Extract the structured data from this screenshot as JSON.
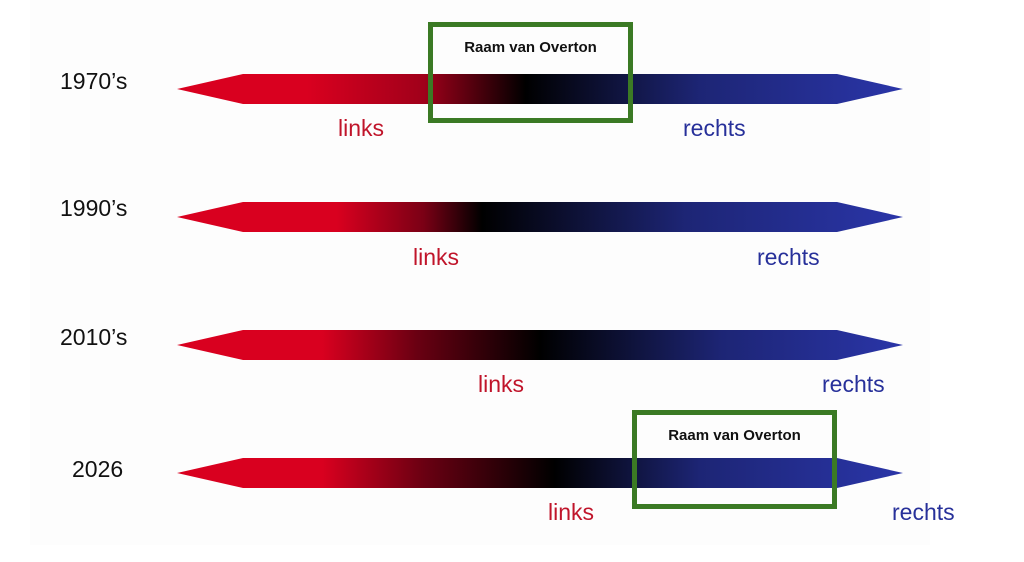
{
  "rows": [
    {
      "year": "1970’s",
      "left_label": "links",
      "right_label": "rechts"
    },
    {
      "year": "1990’s",
      "left_label": "links",
      "right_label": "rechts"
    },
    {
      "year": "2010’s",
      "left_label": "links",
      "right_label": "rechts"
    },
    {
      "year": "2026",
      "left_label": "links",
      "right_label": "rechts"
    }
  ],
  "overton_window_label": "Raam van Overton",
  "colors": {
    "left": "#d9001f",
    "center": "#000000",
    "right": "#2a35a8",
    "window": "#3b7a24"
  }
}
